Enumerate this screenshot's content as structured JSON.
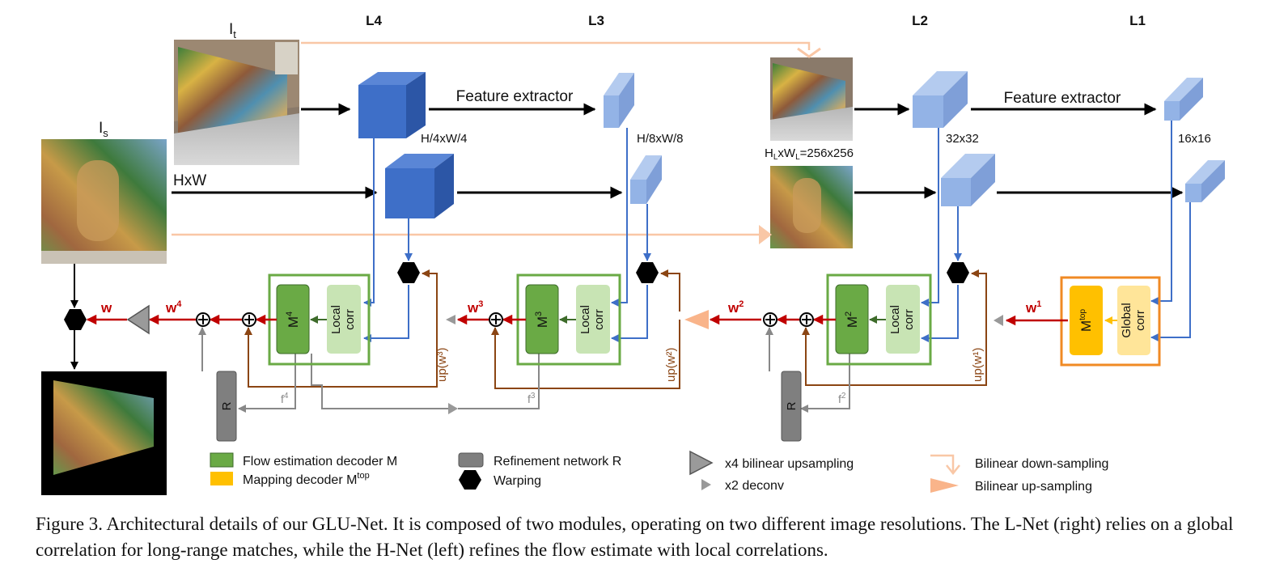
{
  "levels": {
    "l4": "L4",
    "l3": "L3",
    "l2": "L2",
    "l1": "L1"
  },
  "images": {
    "target": "I",
    "target_sub": "t",
    "source": "I",
    "source_sub": "s"
  },
  "labels": {
    "feature_extractor": "Feature extractor",
    "hxw": "HxW",
    "h4w4": "H/4xW/4",
    "h8w8": "H/8xW/8",
    "hlwl_h": "H",
    "hlwl_l": "L",
    "hlwl_x": "xW",
    "hlwl_rest": "=256x256",
    "res32": "32x32",
    "res16": "16x16"
  },
  "blocks": {
    "m": "M",
    "m4_sup": "4",
    "m3_sup": "3",
    "m2_sup": "2",
    "local_corr_1": "Local",
    "local_corr_2": "corr",
    "global_corr_1": "Global",
    "global_corr_2": "corr",
    "mtop": "M",
    "mtop_sup": "top",
    "r": "R"
  },
  "flows": {
    "w": "w",
    "w4": "w",
    "w4_sup": "4",
    "w3": "w",
    "w3_sup": "3",
    "w2": "w",
    "w2_sup": "2",
    "w1": "w",
    "w1_sup": "1",
    "up_w3": "up(w³)",
    "up_w2": "up(w²)",
    "up_w1": "up(w¹)",
    "f4": "f",
    "f4_sup": "4",
    "f3": "f",
    "f3_sup": "3",
    "f2": "f",
    "f2_sup": "2"
  },
  "legend": {
    "flow_decoder": "Flow estimation decoder M",
    "mapping_decoder": "Mapping decoder M",
    "mapping_sup": "top",
    "refinement": "Refinement network R",
    "warping": "Warping",
    "x4_up": "x4 bilinear upsampling",
    "x2_deconv": "x2 deconv",
    "bilinear_down": "Bilinear down-sampling",
    "bilinear_up": "Bilinear up-sampling"
  },
  "caption": "Figure 3. Architectural details of our GLU-Net. It is composed of two modules, operating on two different image resolutions. The L-Net (right) relies on a global correlation for long-range matches, while the H-Net (left) refines the flow estimate with local correlations.",
  "colors": {
    "green_dark": "#6aaa45",
    "green_light": "#c8e4b4",
    "orange_border": "#f08a24",
    "mapping_yellow": "#ffc000",
    "global_corr_fill": "#ffe599",
    "blue_dark": "#3e6fc8",
    "blue_light": "#93b3e6",
    "flow_red": "#c00000",
    "up_brown": "#8b4513",
    "peach": "#f9c7a6",
    "grey": "#888888"
  }
}
